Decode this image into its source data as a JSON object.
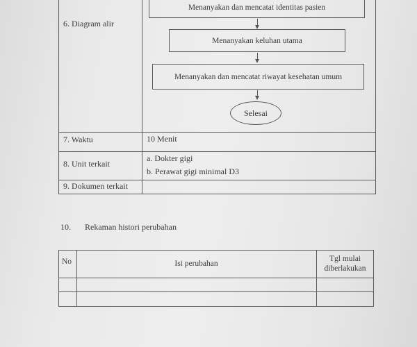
{
  "sop_table": {
    "rows": [
      {
        "label": "6. Diagram alir"
      },
      {
        "label": "7.  Waktu",
        "value": "10 Menit"
      },
      {
        "label": "8.  Unit terkait",
        "items": [
          "a.  Dokter gigi",
          "b.  Perawat gigi minimal D3"
        ]
      },
      {
        "label": "9.  Dokumen  terkait",
        "value": ""
      }
    ]
  },
  "flowchart": {
    "steps": [
      "Menanyakan dan mencatat identitas pasien",
      "Menanyakan keluhan utama",
      "Menanyakan dan mencatat riwayat kesehatan umum"
    ],
    "end": "Selesai"
  },
  "history_section": {
    "number": "10.",
    "title": "Rekaman histori perubahan",
    "columns": [
      "No",
      "Isi perubahan",
      "Tgl mulai diberlakukan"
    ],
    "column_lines": [
      "Tgl mulai",
      "diberlakukan"
    ]
  }
}
